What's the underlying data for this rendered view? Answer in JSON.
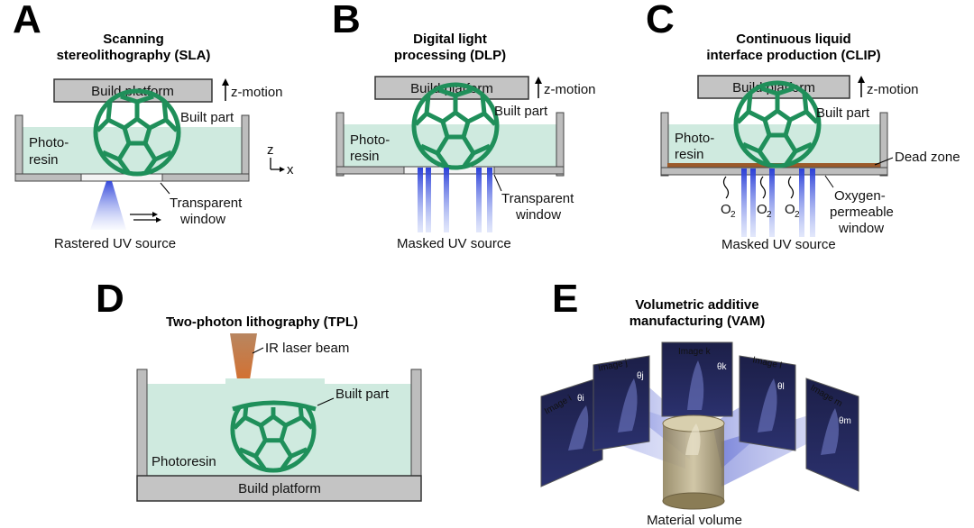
{
  "panels": {
    "a": {
      "letter": "A",
      "title_line1": "Scanning",
      "title_line2": "stereolithography (SLA)",
      "platform": "Build platform",
      "zmotion": "z-motion",
      "resin_line1": "Photo-",
      "resin_line2": "resin",
      "built_part": "Built part",
      "axis_z": "z",
      "axis_x": "x",
      "window_line1": "Transparent",
      "window_line2": "window",
      "source": "Rastered UV source"
    },
    "b": {
      "letter": "B",
      "title_line1": "Digital light",
      "title_line2": "processing (DLP)",
      "platform": "Build platform",
      "zmotion": "z-motion",
      "resin_line1": "Photo-",
      "resin_line2": "resin",
      "built_part": "Built part",
      "window_line1": "Transparent",
      "window_line2": "window",
      "source": "Masked UV source"
    },
    "c": {
      "letter": "C",
      "title_line1": "Continuous liquid",
      "title_line2": "interface production (CLIP)",
      "platform": "Build platform",
      "zmotion": "z-motion",
      "resin_line1": "Photo-",
      "resin_line2": "resin",
      "built_part": "Built part",
      "dead_zone": "Dead zone",
      "o2": "O",
      "o2_sub": "2",
      "window_line1": "Oxygen-",
      "window_line2": "permeable",
      "window_line3": "window",
      "source": "Masked UV source"
    },
    "d": {
      "letter": "D",
      "title": "Two-photon lithography (TPL)",
      "laser": "IR laser beam",
      "built_part": "Built part",
      "resin": "Photoresin",
      "platform": "Build platform"
    },
    "e": {
      "letter": "E",
      "title_line1": "Volumetric additive",
      "title_line2": "manufacturing (VAM)",
      "images": [
        "Image i",
        "Image j",
        "Image k",
        "Image l",
        "Image m"
      ],
      "angles": [
        "θi",
        "θj",
        "θk",
        "θl",
        "θm"
      ],
      "material": "Material volume"
    }
  },
  "colors": {
    "resin": "#cfeadf",
    "part": "#1f8f5a",
    "platform": "#c4c4c4",
    "dead_zone": "#9b5a2b",
    "uv": "#3a4fd8",
    "laser": "#d9773a"
  }
}
